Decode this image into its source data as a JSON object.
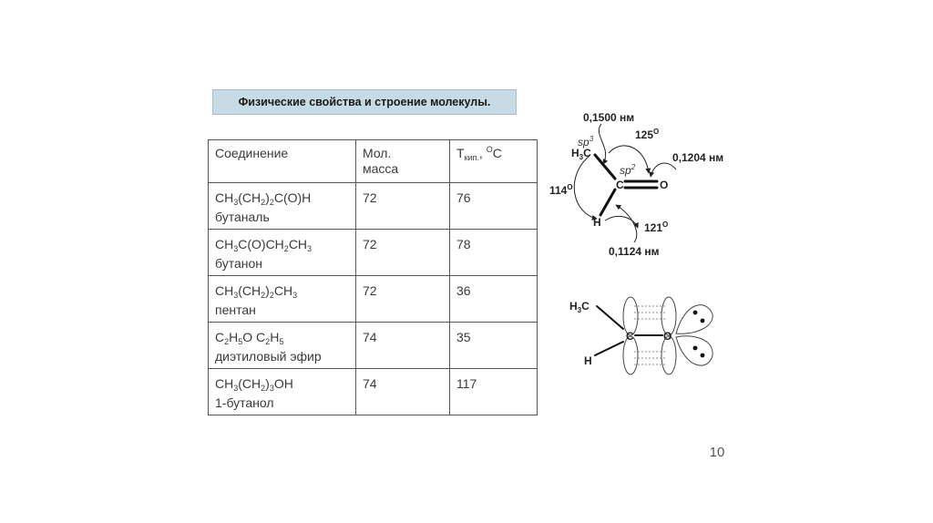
{
  "slide": {
    "title": "Физические свойства и строение молекулы.",
    "page_number": "10"
  },
  "table": {
    "headers": {
      "compound": "Соединение",
      "mass_line1": "Мол.",
      "mass_line2": "масса",
      "boil_T": "T",
      "boil_sub": "кип.",
      "boil_unit_sep": ", ",
      "boil_sup": "O",
      "boil_unit": "C"
    },
    "rows": [
      {
        "name": "бутаналь",
        "mass": "72",
        "bp": "76"
      },
      {
        "name": "бутанон",
        "mass": "72",
        "bp": "78"
      },
      {
        "name": "пентан",
        "mass": "72",
        "bp": "36"
      },
      {
        "name": "диэтиловый эфир",
        "mass": "74",
        "bp": "35"
      },
      {
        "name": "1-бутанол",
        "mass": "74",
        "bp": "117"
      }
    ]
  },
  "structure_diagram": {
    "bond_h3c": "0,1500 нм",
    "bond_co": "0,1204 нм",
    "bond_ch": "0,1124 нм",
    "angle_top": "125",
    "angle_left": "114",
    "angle_bottom": "121",
    "deg": "O",
    "sp3": "sp",
    "sp3_exp": "3",
    "sp2": "sp",
    "sp2_exp": "2",
    "atom_H3C_H": "H",
    "atom_H3C_3": "3",
    "atom_H3C_C": "C",
    "atom_C": "C",
    "atom_O": "O",
    "atom_H": "H"
  },
  "orbital_diagram": {
    "atom_H3C_H": "H",
    "atom_H3C_3": "3",
    "atom_H3C_C": "C",
    "atom_C": "C",
    "atom_O": "O",
    "atom_H": "H"
  }
}
